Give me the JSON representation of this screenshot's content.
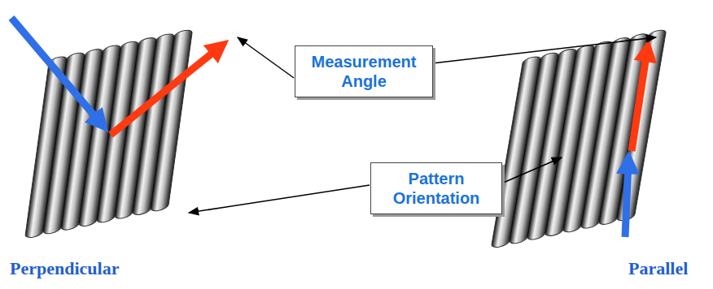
{
  "diagram": {
    "nodes": [
      {
        "text": [
          "Measurement Angle"
        ]
      },
      {
        "text": [
          "Pattern Orientation"
        ]
      }
    ],
    "labels": [
      "Perpendicular",
      "Parallel"
    ]
  }
}
